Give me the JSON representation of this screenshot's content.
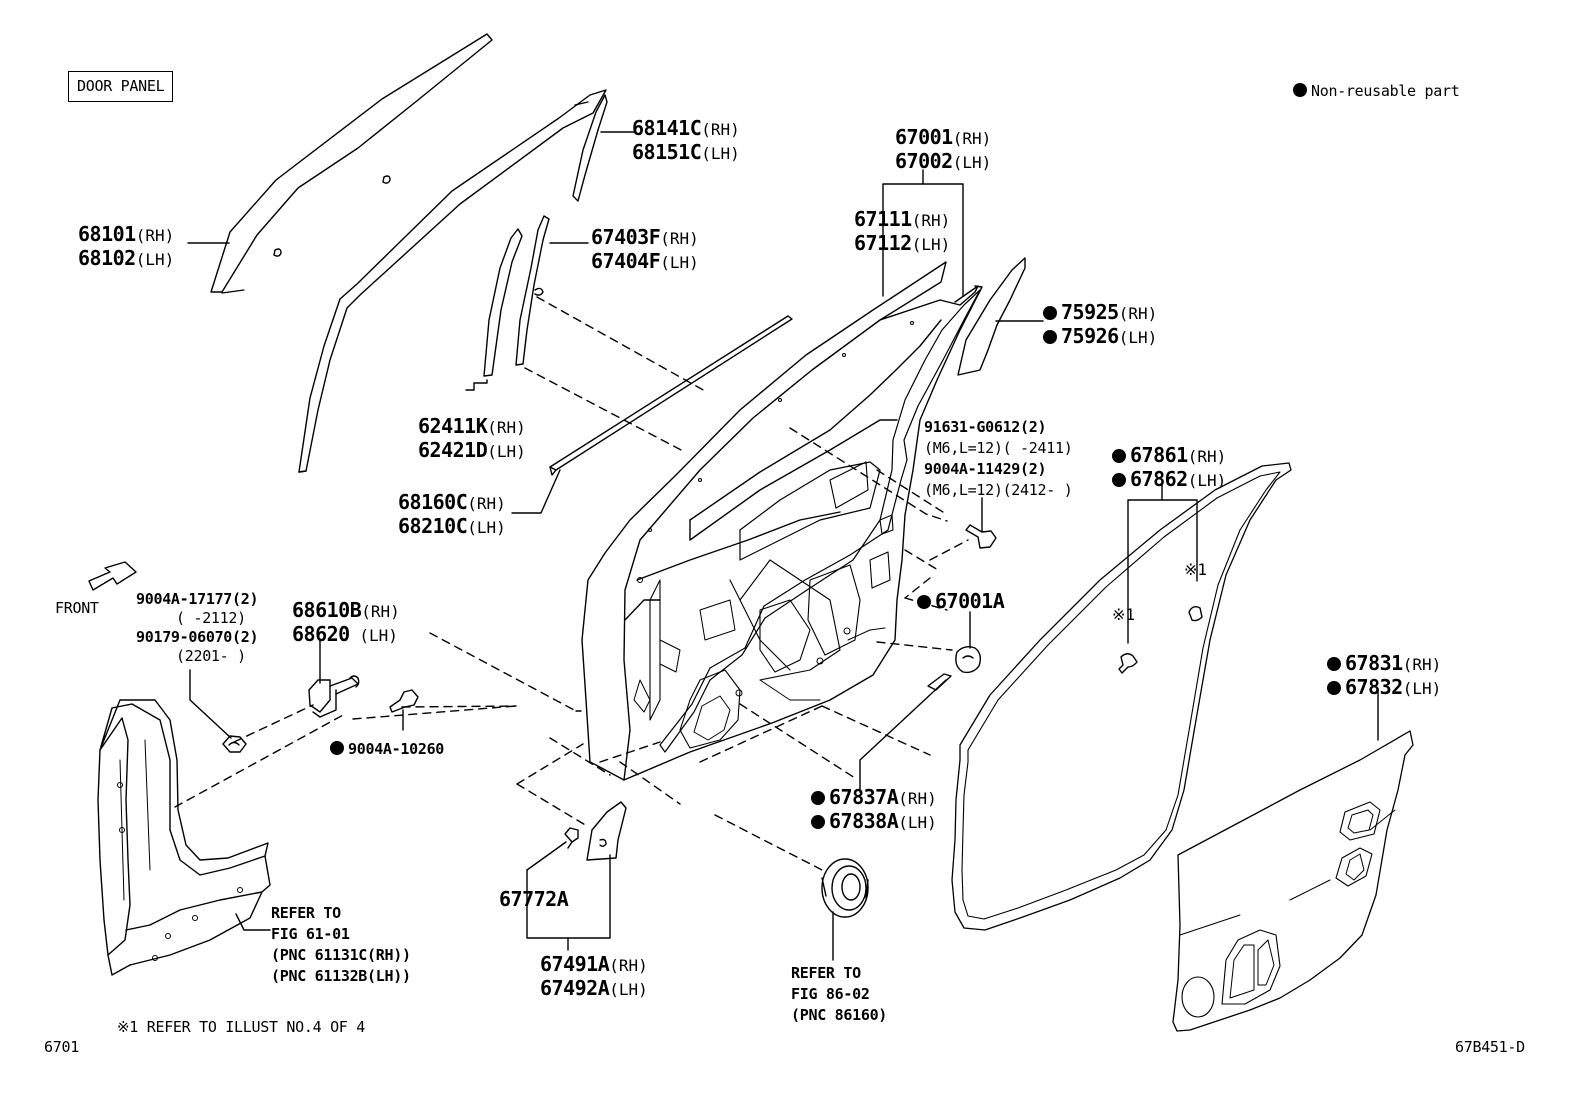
{
  "title_box": "DOOR PANEL",
  "legend": {
    "label": "Non-reusable part"
  },
  "front_label": "FRONT",
  "note_ref": "※1 REFER TO ILLUST NO.4 OF 4",
  "footer_left": "6701",
  "footer_right": "67B451-D",
  "parts": {
    "p68101": {
      "rh": "68101",
      "lh": "68102",
      "rh_side": "(RH)",
      "lh_side": "(LH)"
    },
    "p68141": {
      "rh": "68141C",
      "lh": "68151C",
      "rh_side": "(RH)",
      "lh_side": "(LH)"
    },
    "p67403": {
      "rh": "67403F",
      "lh": "67404F",
      "rh_side": "(RH)",
      "lh_side": "(LH)"
    },
    "p62411": {
      "rh": "62411K",
      "lh": "62421D",
      "rh_side": "(RH)",
      "lh_side": "(LH)"
    },
    "p68160": {
      "rh": "68160C",
      "lh": "68210C",
      "rh_side": "(RH)",
      "lh_side": "(LH)"
    },
    "p67001": {
      "rh": "67001",
      "lh": "67002",
      "rh_side": "(RH)",
      "lh_side": "(LH)"
    },
    "p67111": {
      "rh": "67111",
      "lh": "67112",
      "rh_side": "(RH)",
      "lh_side": "(LH)"
    },
    "p75925": {
      "rh": "75925",
      "lh": "75926",
      "rh_side": "(RH)",
      "lh_side": "(LH)"
    },
    "p91631": {
      "num": "91631-G0612(2)",
      "spec": "(M6,L=12)(      -2411)"
    },
    "p9004a11429": {
      "num": "9004A-11429(2)",
      "spec": "(M6,L=12)(2412-      )"
    },
    "p67861": {
      "rh": "67861",
      "lh": "67862",
      "rh_side": "(RH)",
      "lh_side": "(LH)"
    },
    "p67001a": {
      "num": "67001A"
    },
    "p9004a17177": {
      "num": "9004A-17177(2)",
      "spec": "(      -2112)"
    },
    "p90179": {
      "num": "90179-06070(2)",
      "spec": "(2201-      )"
    },
    "p68610": {
      "rh": "68610B",
      "lh": "68620",
      "rh_side": "(RH)",
      "lh_side": " (LH)"
    },
    "p9004a10260": {
      "num": "9004A-10260"
    },
    "p67831": {
      "rh": "67831",
      "lh": "67832",
      "rh_side": "(RH)",
      "lh_side": "(LH)"
    },
    "p67837": {
      "rh": "67837A",
      "lh": "67838A",
      "rh_side": "(RH)",
      "lh_side": "(LH)"
    },
    "p67772": {
      "num": "67772A"
    },
    "p67491": {
      "rh": "67491A",
      "lh": "67492A",
      "rh_side": "(RH)",
      "lh_side": "(LH)"
    }
  },
  "star_marks": {
    "a": "※1",
    "b": "※1"
  },
  "refer_61": "REFER TO\nFIG 61-01\n(PNC 61131C(RH))\n(PNC 61132B(LH))",
  "refer_86": "REFER TO\nFIG 86-02\n(PNC 86160)"
}
